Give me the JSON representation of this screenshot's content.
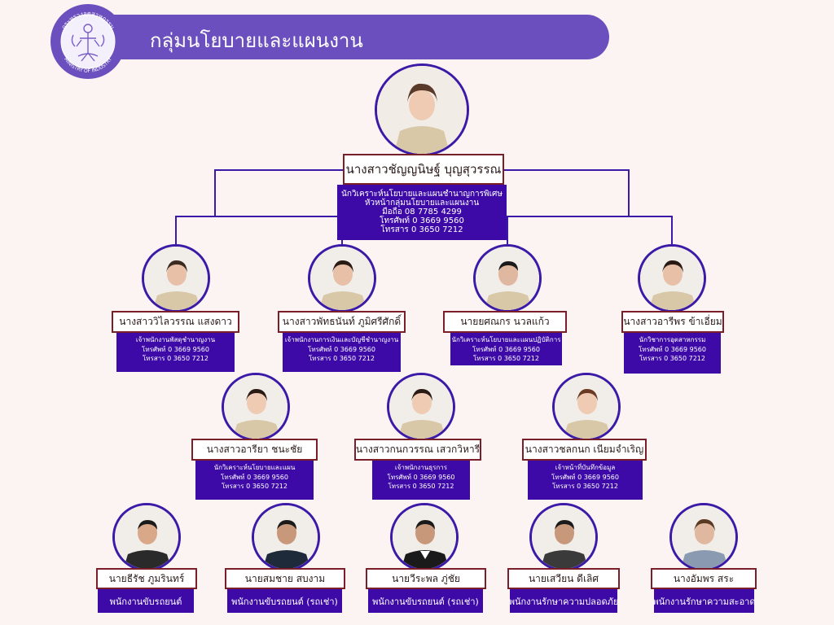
{
  "header": {
    "title": "กลุ่มนโยบายและแผนงาน"
  },
  "seal": {
    "text_top": "กระทรวงอุตสาหกรรม",
    "text_bottom": "MINISTRY OF INDUSTRY"
  },
  "colors": {
    "accent": "#6b4fbf",
    "info_bg": "#3d0aa8",
    "name_border": "#7a1f2a",
    "background": "#fcf4f3"
  },
  "head": {
    "name": "นางสาวชัญญนิษฐ์ บุญสุวรรณ",
    "info": [
      "นักวิเคราะห์นโยบายและแผนชำนาญการพิเศษ",
      "หัวหน้ากลุ่มนโยบายและแผนงาน",
      "มือถือ 08 7785 4299",
      "โทรศัพท์ 0 3669 9560",
      "โทรสาร 0 3650 7212"
    ]
  },
  "row1": [
    {
      "name": "นางสาววิไลวรรณ แสงดาว",
      "info": [
        "เจ้าพนักงานพัสดุชำนาญงาน",
        "โทรศัพท์ 0 3669 9560",
        "โทรสาร 0 3650 7212"
      ]
    },
    {
      "name": "นางสาวพัทธนันท์ ภูมิศรีศักดิ์",
      "info": [
        "เจ้าพนักงานการเงินและบัญชีชำนาญงาน",
        "โทรศัพท์ 0 3669 9560",
        "โทรสาร 0 3650 7212"
      ]
    },
    {
      "name": "นายยศณกร นวลแก้ว",
      "info": [
        "นักวิเคราะห์นโยบายและแผนปฏิบัติการ",
        "โทรศัพท์ 0 3669 9560",
        "โทรสาร 0 3650 7212"
      ]
    },
    {
      "name": "นางสาวอารีพร ข้าเอี่ยม",
      "info": [
        "นักวิชาการอุตสาหกรรม",
        "โทรศัพท์ 0 3669 9560",
        "โทรสาร 0 3650 7212"
      ]
    }
  ],
  "row2": [
    {
      "name": "นางสาวอารียา ชนะชัย",
      "info": [
        "นักวิเคราะห์นโยบายและแผน",
        "โทรศัพท์ 0 3669 9560",
        "โทรสาร 0 3650 7212"
      ]
    },
    {
      "name": "นางสาวกนกวรรณ เสวกวิหารี",
      "info": [
        "เจ้าพนักงานธุรการ",
        "โทรศัพท์ 0 3669 9560",
        "โทรสาร 0 3650 7212"
      ]
    },
    {
      "name": "นางสาวชลกนก เนียมจำเริญ",
      "info": [
        "เจ้าหน้าที่บันทึกข้อมูล",
        "โทรศัพท์ 0 3669 9560",
        "โทรสาร 0 3650 7212"
      ]
    }
  ],
  "row3": [
    {
      "name": "นายธีรัช ภูมรินทร์",
      "role": "พนักงานขับรถยนต์"
    },
    {
      "name": "นายสมชาย สบงาม",
      "role": "พนักงานขับรถยนต์ (รถเช่า)"
    },
    {
      "name": "นายวีระพล ภู่ชัย",
      "role": "พนักงานขับรถยนต์ (รถเช่า)"
    },
    {
      "name": "นายเสวียน ดีเลิศ",
      "role": "พนักงานรักษาความปลอดภัย"
    },
    {
      "name": "นางอัมพร สระ",
      "role": "พนักงานรักษาความสะอาด"
    }
  ]
}
